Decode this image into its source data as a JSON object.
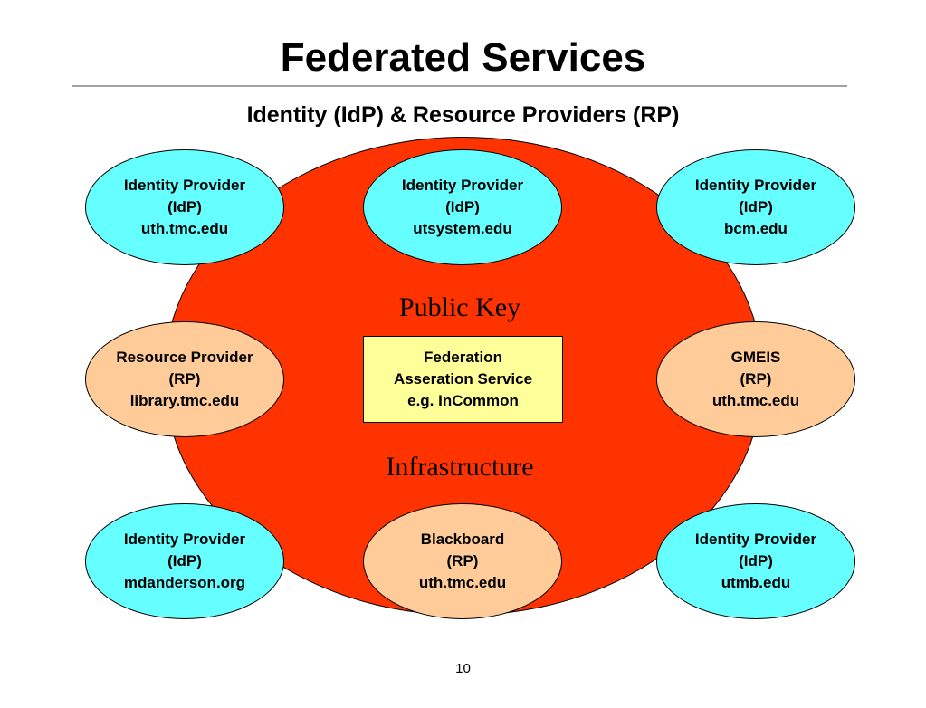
{
  "slide": {
    "title": "Federated Services",
    "subtitle": "Identity (IdP) & Resource Providers (RP)",
    "page_number": "10"
  },
  "infrastructure": {
    "label_top": "Public Key",
    "label_bottom": "Infrastructure",
    "fill_color": "#ff3300"
  },
  "federation": {
    "line1": "Federation",
    "line2": "Asseration Service",
    "line3": "e.g. InCommon",
    "fill_color": "#ffff99"
  },
  "colors": {
    "idp_fill": "#66ffff",
    "rp_fill": "#ffcc99"
  },
  "nodes": [
    {
      "kind": "idp",
      "line1": "Identity Provider",
      "line2": "(IdP)",
      "line3": "uth.tmc.edu"
    },
    {
      "kind": "idp",
      "line1": "Identity Provider",
      "line2": "(IdP)",
      "line3": "utsystem.edu"
    },
    {
      "kind": "idp",
      "line1": "Identity Provider",
      "line2": "(IdP)",
      "line3": "bcm.edu"
    },
    {
      "kind": "rp",
      "line1": "Resource Provider",
      "line2": "(RP)",
      "line3": "library.tmc.edu"
    },
    {
      "kind": "rp",
      "line1": "GMEIS",
      "line2": "(RP)",
      "line3": "uth.tmc.edu"
    },
    {
      "kind": "idp",
      "line1": "Identity Provider",
      "line2": "(IdP)",
      "line3": "mdanderson.org"
    },
    {
      "kind": "rp",
      "line1": "Blackboard",
      "line2": "(RP)",
      "line3": "uth.tmc.edu"
    },
    {
      "kind": "idp",
      "line1": "Identity Provider",
      "line2": "(IdP)",
      "line3": "utmb.edu"
    }
  ]
}
